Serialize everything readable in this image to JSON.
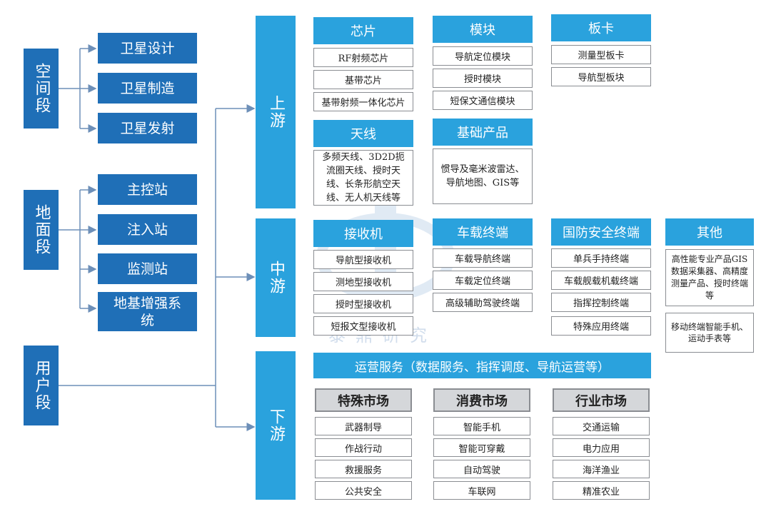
{
  "segments": {
    "space": {
      "label": "空间段",
      "items": [
        "卫星设计",
        "卫星制造",
        "卫星发射"
      ]
    },
    "ground": {
      "label": "地面段",
      "items": [
        "主控站",
        "注入站",
        "监测站",
        "地基增强系统"
      ]
    },
    "user": {
      "label": "用户段"
    }
  },
  "stages": {
    "upstream": "上游",
    "midstream": "中游",
    "downstream": "下游"
  },
  "upstream": {
    "chip": {
      "title": "芯片",
      "items": [
        "RF射频芯片",
        "基带芯片",
        "基带射频一体化芯片"
      ]
    },
    "module": {
      "title": "模块",
      "items": [
        "导航定位模块",
        "授时模块",
        "短保文通信模块"
      ]
    },
    "board": {
      "title": "板卡",
      "items": [
        "测量型板卡",
        "导航型板块"
      ]
    },
    "antenna": {
      "title": "天线",
      "text": "多频天线、3D2D扼流圈天线、授时天线、长条形航空天线、无人机天线等"
    },
    "basic": {
      "title": "基础产品",
      "text": "惯导及毫米波雷达、导航地图、GIS等"
    }
  },
  "midstream": {
    "receiver": {
      "title": "接收机",
      "items": [
        "导航型接收机",
        "测地型接收机",
        "授时型接收机",
        "短报文型接收机"
      ]
    },
    "vehicle": {
      "title": "车载终端",
      "items": [
        "车载导航终端",
        "车载定位终端",
        "高级辅助驾驶终端"
      ]
    },
    "defense": {
      "title": "国防安全终端",
      "items": [
        "单兵手持终端",
        "车载舰载机载终端",
        "指挥控制终端",
        "特殊应用终端"
      ]
    },
    "other": {
      "title": "其他",
      "box1": "高性能专业产品GIS数据采集器、高精度测量产品、授时终端等",
      "box2": "移动终端智能手机、运动手表等"
    }
  },
  "downstream": {
    "services": "运营服务（数据服务、指挥调度、导航运营等）",
    "special": {
      "title": "特殊市场",
      "items": [
        "武器制导",
        "作战行动",
        "救援服务",
        "公共安全"
      ]
    },
    "consumer": {
      "title": "消费市场",
      "items": [
        "智能手机",
        "智能可穿戴",
        "自动驾驶",
        "车联网"
      ]
    },
    "industry": {
      "title": "行业市场",
      "items": [
        "交通运输",
        "电力应用",
        "海洋渔业",
        "精准农业"
      ]
    }
  },
  "watermark": "泰鼎研究",
  "colors": {
    "dark_blue": "#1f6fb7",
    "light_blue": "#2aa2dd",
    "gray_header": "#d5d7da",
    "line": "#6d8fb8"
  }
}
